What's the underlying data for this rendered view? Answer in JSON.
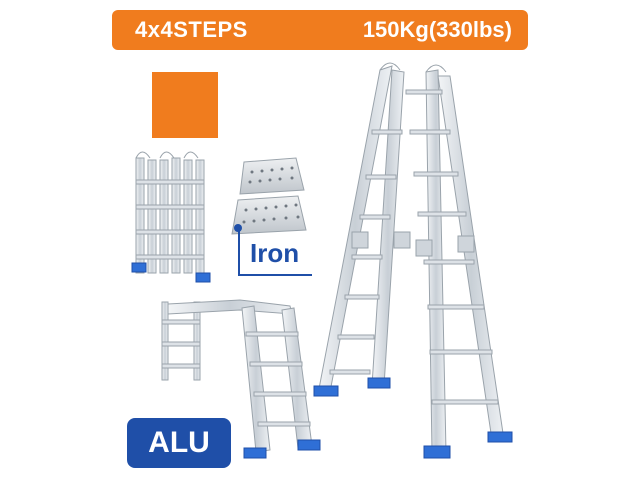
{
  "banner": {
    "left_text": "4x4STEPS",
    "right_text": "150Kg(330lbs)"
  },
  "material_labels": {
    "platform": "Iron",
    "ladder": "ALU"
  },
  "colors": {
    "accent_orange": "#f07c1e",
    "brand_blue": "#1f4fa8",
    "aluminum": "#d8dde3"
  }
}
